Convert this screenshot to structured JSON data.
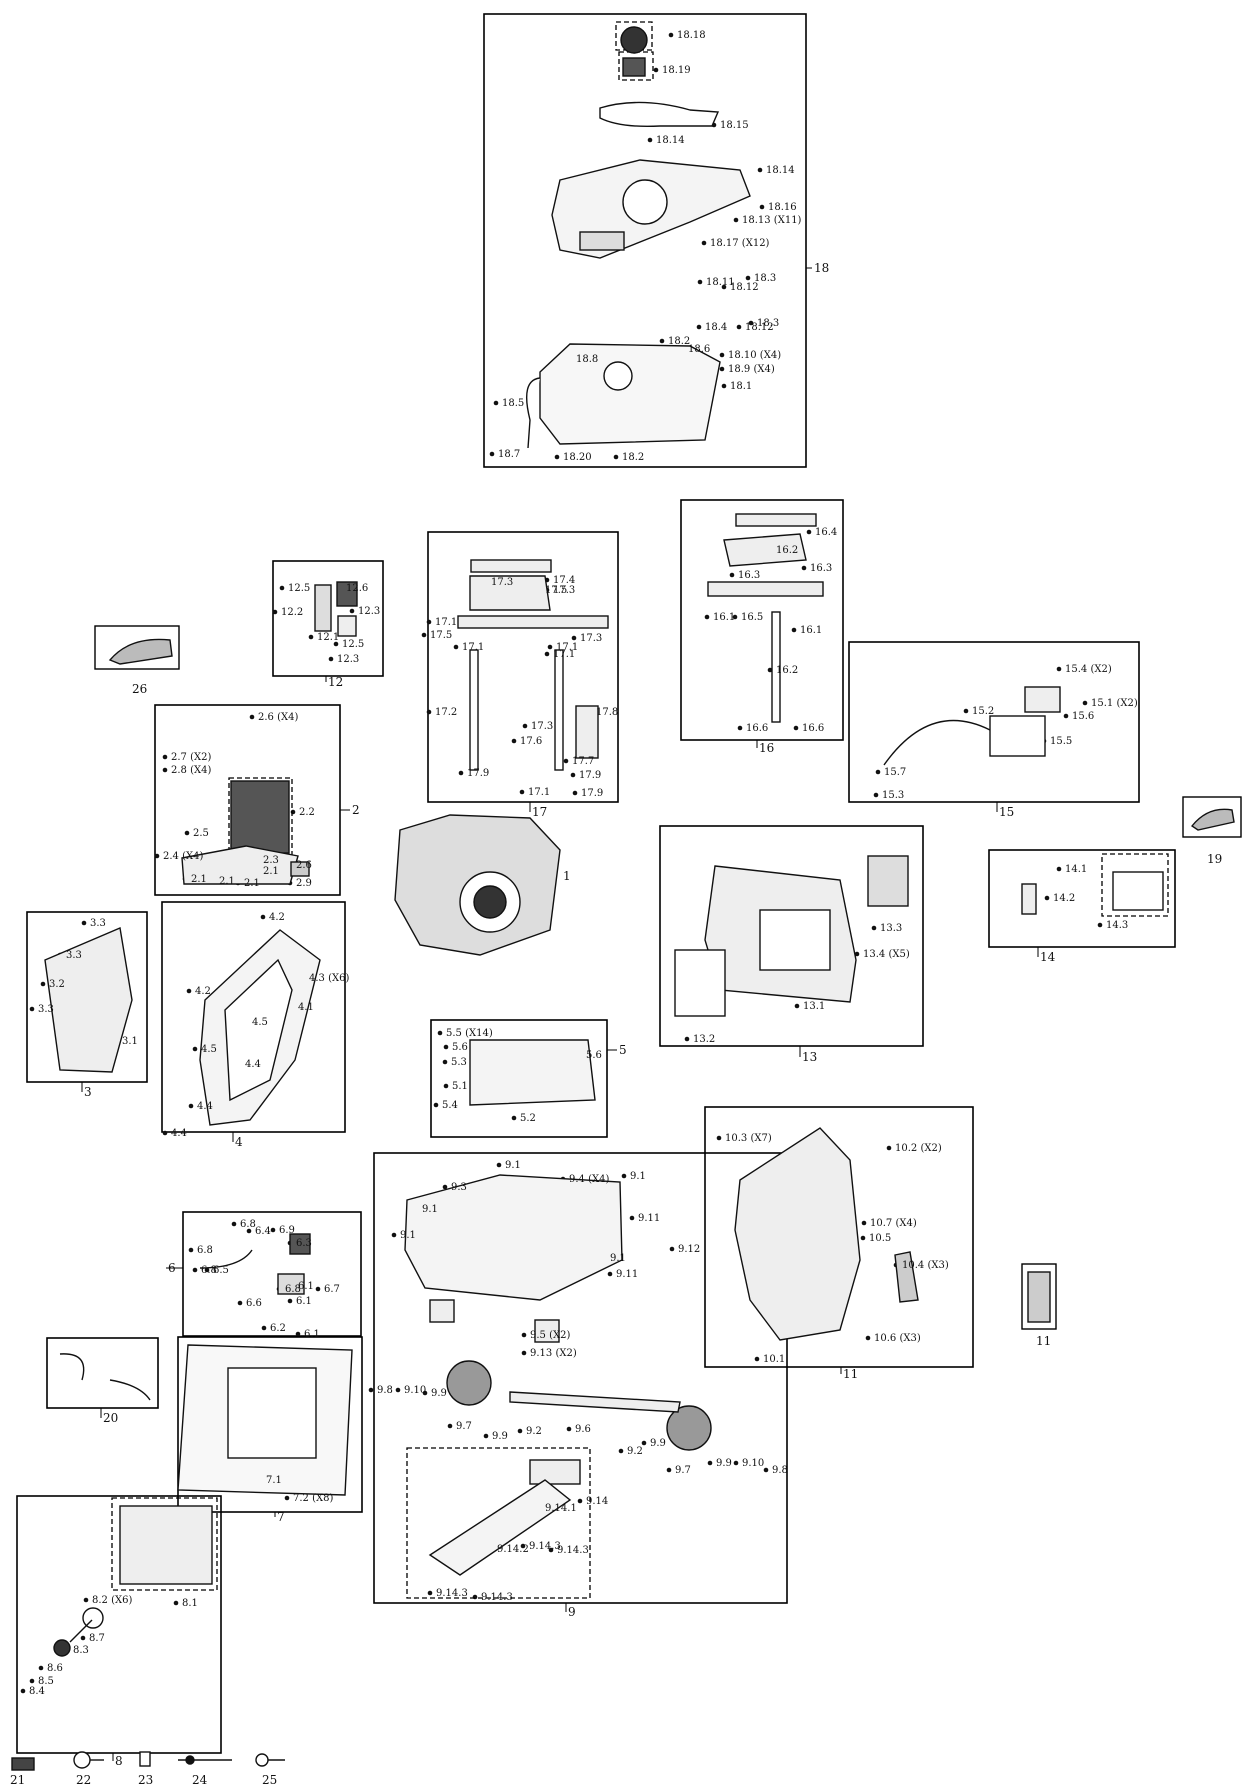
{
  "diagram": {
    "groups": [
      {
        "id": "18",
        "label": "18",
        "parts": [
          "18.18",
          "18.19",
          "18.15",
          "18.14",
          "18.14",
          "18.16",
          "18.13 (X11)",
          "18.17 (X12)",
          "18.11",
          "18.12",
          "18.3",
          "18.4",
          "18.12",
          "18.3",
          "18.2",
          "18.6",
          "18.10 (X4)",
          "18.9 (X4)",
          "18.8",
          "18.1",
          "18.5",
          "18.7",
          "18.20",
          "18.2"
        ]
      },
      {
        "id": "16",
        "label": "16",
        "parts": [
          "16.4",
          "16.2",
          "16.3",
          "16.3",
          "16.1",
          "16.5",
          "16.1",
          "16.2",
          "16.6",
          "16.6"
        ]
      },
      {
        "id": "17",
        "label": "17",
        "parts": [
          "17.4",
          "17.3",
          "17.5",
          "17.3",
          "17.1",
          "17.5",
          "17.3",
          "17.1",
          "17.1",
          "17.1",
          "17.2",
          "17.8",
          "17.3",
          "17.6",
          "17.7",
          "17.9",
          "17.9",
          "17.1",
          "17.9"
        ]
      },
      {
        "id": "12",
        "label": "12",
        "parts": [
          "12.5",
          "12.6",
          "12.3",
          "12.2",
          "12.1",
          "12.5",
          "12.3"
        ]
      },
      {
        "id": "2",
        "label": "2",
        "parts": [
          "2.6 (X4)",
          "2.7 (X2)",
          "2.8 (X4)",
          "2.2",
          "2.5",
          "2.4 (X4)",
          "2.3",
          "2.1",
          "2.1",
          "2.1",
          "2.1",
          "2.6",
          "2.9"
        ]
      },
      {
        "id": "15",
        "label": "15",
        "parts": [
          "15.4 (X2)",
          "15.1 (X2)",
          "15.6",
          "15.2",
          "15.5",
          "15.7",
          "15.3"
        ]
      },
      {
        "id": "3",
        "label": "3",
        "parts": [
          "3.3",
          "3.3",
          "3.2",
          "3.3",
          "3.1"
        ]
      },
      {
        "id": "4",
        "label": "4",
        "parts": [
          "4.2",
          "4.3 (X6)",
          "4.1",
          "4.2",
          "4.5",
          "4.5",
          "4.4",
          "4.4",
          "4.4"
        ]
      },
      {
        "id": "13",
        "label": "13",
        "parts": [
          "13.3",
          "13.4 (X5)",
          "13.1",
          "13.2"
        ]
      },
      {
        "id": "14",
        "label": "14",
        "parts": [
          "14.1",
          "14.2",
          "14.3"
        ]
      },
      {
        "id": "5",
        "label": "5",
        "parts": [
          "5.5 (X14)",
          "5.6",
          "5.3",
          "5.1",
          "5.4",
          "5.2",
          "5.6"
        ]
      },
      {
        "id": "9",
        "label": "9",
        "parts": [
          "9.1",
          "9.4 (X4)",
          "9.1",
          "9.3",
          "9.1",
          "9.11",
          "9.1",
          "9.12",
          "9.1",
          "9.11",
          "9.5 (X2)",
          "9.13 (X2)",
          "9.8",
          "9.10",
          "9.9",
          "9.7",
          "9.9",
          "9.2",
          "9.6",
          "9.2",
          "9.9",
          "9.7",
          "9.9",
          "9.10",
          "9.8",
          "9.14",
          "9.14.1",
          "9.14.2",
          "9.14.3",
          "9.14.3",
          "9.14.3",
          "9.14.3"
        ]
      },
      {
        "id": "10",
        "label": "11",
        "parts": [
          "10.3 (X7)",
          "10.2 (X2)",
          "10.7 (X4)",
          "10.5",
          "10.4 (X3)",
          "10.6 (X3)",
          "10.1"
        ]
      },
      {
        "id": "6",
        "label": "6",
        "parts": [
          "6.8",
          "6.4",
          "6.8",
          "6.9",
          "6.3",
          "6.8",
          "6.5",
          "6.6",
          "6.8",
          "6.1",
          "6.7",
          "6.1",
          "6.2",
          "6.1"
        ]
      },
      {
        "id": "7",
        "label": "7",
        "parts": [
          "7.1",
          "7.2 (X8)"
        ]
      },
      {
        "id": "20",
        "label": "20",
        "parts": []
      },
      {
        "id": "8",
        "label": "8",
        "parts": [
          "8.2 (X6)",
          "8.1",
          "8.7",
          "8.3",
          "8.6",
          "8.5",
          "8.4"
        ]
      }
    ],
    "standalone": [
      {
        "id": "1",
        "label": "1"
      },
      {
        "id": "26",
        "label": "26"
      },
      {
        "id": "19",
        "label": "19"
      },
      {
        "id": "11",
        "label": "11"
      }
    ],
    "accessories": [
      {
        "label": "21",
        "icon": "accessory-tool-icon"
      },
      {
        "label": "22",
        "icon": "oil-funnel-icon"
      },
      {
        "label": "23",
        "icon": "oil-bottle-icon"
      },
      {
        "label": "24",
        "icon": "parallel-cable-icon"
      },
      {
        "label": "25",
        "icon": "spark-plug-wrench-icon"
      }
    ]
  }
}
